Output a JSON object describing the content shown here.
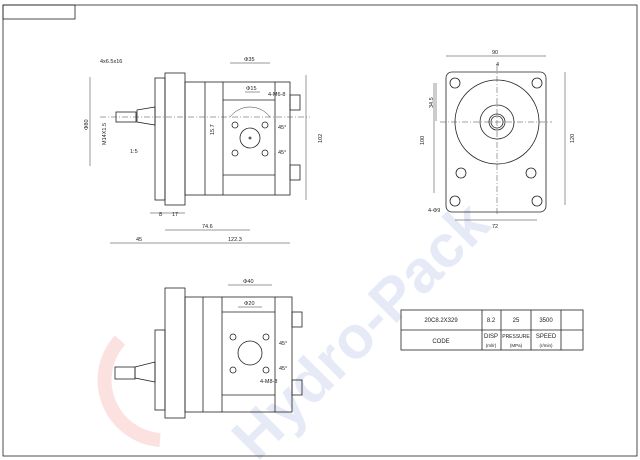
{
  "watermark": "Hydro-Pack",
  "side_view": {
    "key_label": "4x6.5x16",
    "shaft_dia": "Φ80",
    "thread": "M14X1.5",
    "taper": "1:5",
    "port_outer": "Φ35",
    "port_inner": "Φ15",
    "port_thread": "4-M6-8",
    "offset": "15.7",
    "angle1": "45°",
    "angle2": "45°",
    "dim_8": "8",
    "dim_17": "17",
    "dim_746": "74.6",
    "dim_45": "45",
    "dim_1223": "122.3",
    "dim_102": "102"
  },
  "front_view": {
    "width": "90",
    "key": "4",
    "dim_345": "34.5",
    "dim_100": "100",
    "height": "120",
    "holes": "4-Φ9",
    "spacing": "72"
  },
  "bottom_view": {
    "port_outer": "Φ40",
    "port_inner": "Φ20",
    "angle1": "45°",
    "angle2": "45°",
    "port_thread": "4-M8-8"
  },
  "spec_table": {
    "code_value": "20C8.2X329",
    "disp_value": "8.2",
    "pressure_value": "25",
    "speed_value": "3500",
    "code_label": "CODE",
    "disp_label": "DISP",
    "disp_unit": "(ml/r)",
    "pressure_label": "PRESSURE",
    "pressure_unit": "(MPa)",
    "speed_label": "SPEED",
    "speed_unit": "(r/min)"
  }
}
